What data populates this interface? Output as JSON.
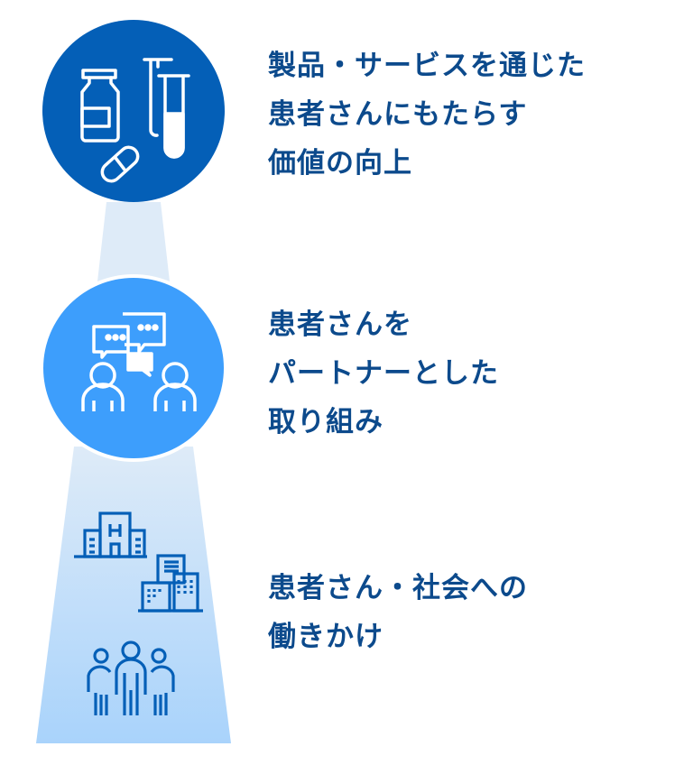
{
  "colors": {
    "primary": "#045fb7",
    "secondary": "#3d9efc",
    "text": "#0c4a8c",
    "beam_top": "#deebf8",
    "beam_bottom": "#a9d3fb"
  },
  "tiers": [
    {
      "icon": "medicine-icon",
      "lines": [
        "製品・サービスを通じた",
        "患者さんにもたらす",
        "価値の向上"
      ]
    },
    {
      "icon": "patient-dialogue-icon",
      "lines": [
        "患者さんを",
        "パートナーとした",
        "取り組み"
      ]
    },
    {
      "icon": "society-icon",
      "lines": [
        "患者さん・社会への",
        "働きかけ"
      ]
    }
  ]
}
